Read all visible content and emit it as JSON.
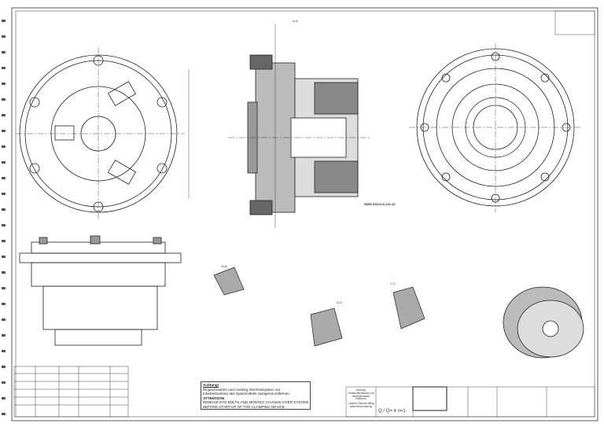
{
  "drawing": {
    "section_labels": {
      "aa": "A-A",
      "bb": "B-B",
      "cc": "C-C",
      "dd": "D-D"
    },
    "part_callout": "SMW KNC3-N 220-46",
    "warning": {
      "de_title": "Achtung!",
      "de_line1": "Ringschrauben und montieg Wechselsystem vor",
      "de_line2": "Inbetriebnahme des Spannmittels zwingend entfernen.",
      "en_title": "ATTENTION!",
      "en_line1": "REMOVE EYE BOLTS AND MONTEG CHANGE-OVER SYSTEM",
      "en_line2": "BEFORE START-UP OF THE CLAMPING DEVICE"
    },
    "title_block": {
      "note_de": "Achtung: Transportschrauben vor Inbetriebnahme entfernen",
      "note_en": "Caution: Remove lifting bolts before start-up",
      "quantity": "Q / Q= 4   n=1"
    }
  }
}
